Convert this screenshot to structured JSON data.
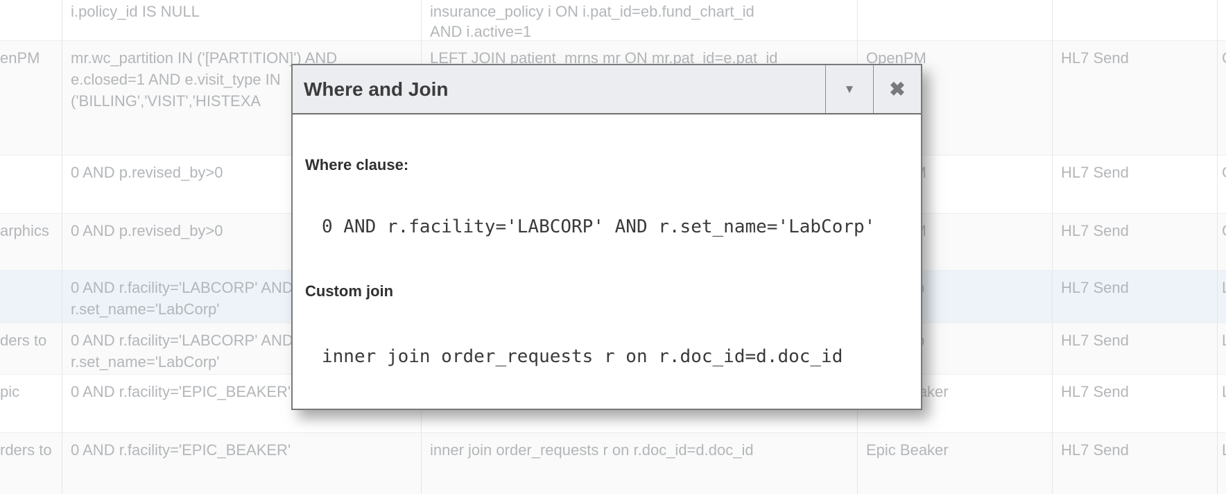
{
  "dialog": {
    "title": "Where and Join",
    "collapse_icon": "▼",
    "close_icon": "✖",
    "where_label": "Where clause:",
    "where_value": "0 AND r.facility='LABCORP' AND r.set_name='LabCorp'",
    "join_label": "Custom join",
    "join_value": "inner join order_requests r on r.doc_id=d.doc_id",
    "titlebar_bg": "#ecedf1",
    "border_color": "#787878"
  },
  "table": {
    "text_color": "#b3b6b9",
    "highlight_color": "#edf3f9",
    "rows": [
      {
        "c1": "",
        "c2": [
          "i.policy_id IS NULL"
        ],
        "c3": [
          "insurance_policy i ON i.pat_id=eb.fund_chart_id",
          "AND i.active=1"
        ],
        "c4": "",
        "c5": "",
        "c6": "",
        "highlighted": false
      },
      {
        "c1": "enPM",
        "c2": [
          "mr.wc_partition IN ('[PARTITION]') AND",
          "e.closed=1 AND e.visit_type IN",
          "('BILLING','VISIT','HISTEXA"
        ],
        "c3": [
          "LEFT JOIN patient_mrns mr ON mr.pat_id=e.pat_id"
        ],
        "c4": "OpenPM",
        "c5": "HL7 Send",
        "c6": "C",
        "highlighted": false
      },
      {
        "c1": "",
        "c2": [
          "0 AND p.revised_by>0"
        ],
        "c3": [],
        "c4": "OpenPM",
        "c5": "HL7 Send",
        "c6": "C",
        "highlighted": false
      },
      {
        "c1": "arphics",
        "c2": [
          "0 AND p.revised_by>0"
        ],
        "c3": [],
        "c4": "OpenPM",
        "c5": "HL7 Send",
        "c6": "C",
        "highlighted": false
      },
      {
        "c1": "",
        "c2": [
          "0 AND r.facility='LABCORP' AND",
          "r.set_name='LabCorp'"
        ],
        "c3": [],
        "c4": "LabCorp",
        "c5": "HL7 Send",
        "c6": "L",
        "highlighted": true
      },
      {
        "c1": "ders to",
        "c2": [
          "0 AND r.facility='LABCORP' AND",
          "r.set_name='LabCorp'"
        ],
        "c3": [],
        "c4": "LabCorp",
        "c5": "HL7 Send",
        "c6": "L",
        "highlighted": false
      },
      {
        "c1": "pic",
        "c2": [
          "0 AND r.facility='EPIC_BEAKER'"
        ],
        "c3": [],
        "c4": "Epic Beaker",
        "c5": "HL7 Send",
        "c6": "L",
        "highlighted": false
      },
      {
        "c1": "rders to",
        "c2": [
          "0 AND r.facility='EPIC_BEAKER'"
        ],
        "c3": [
          "inner join order_requests r on r.doc_id=d.doc_id"
        ],
        "c4": "Epic Beaker",
        "c5": "HL7 Send",
        "c6": "L",
        "highlighted": false
      }
    ]
  }
}
